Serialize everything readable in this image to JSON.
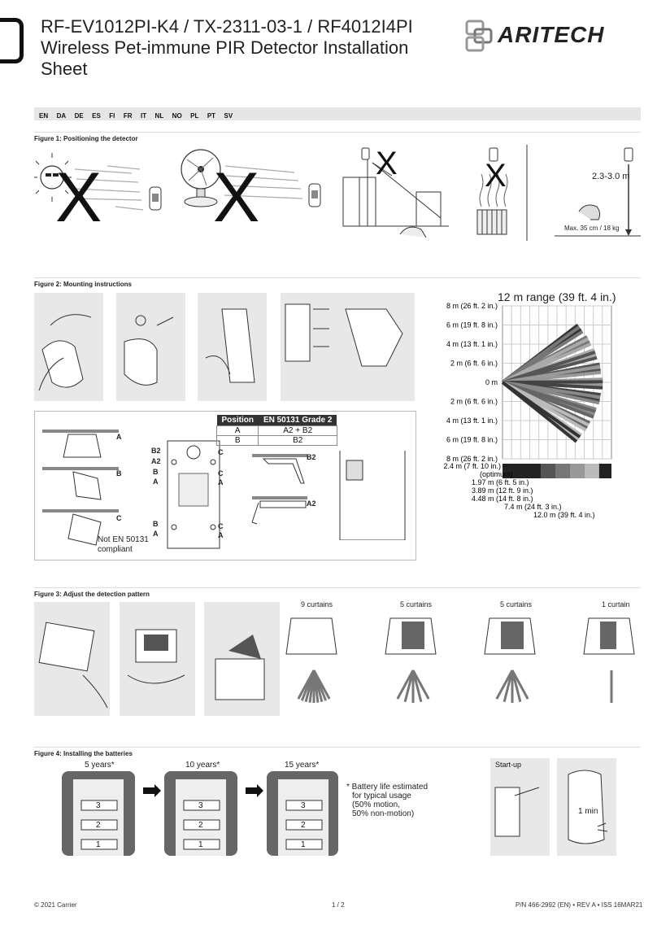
{
  "header": {
    "title_lines": [
      "RF-EV1012PI-K4 / TX-2311-03-1 / RF4012I4PI",
      "Wireless Pet-immune PIR Detector Installation",
      "Sheet"
    ],
    "brand": "ARITECH"
  },
  "languages": [
    "EN",
    "DA",
    "DE",
    "ES",
    "FI",
    "FR",
    "IT",
    "NL",
    "NO",
    "PL",
    "PT",
    "SV"
  ],
  "fig1": {
    "title": "Figure 1: Positioning the detector",
    "x_mark": "X",
    "height_label": "2.3-3.0 m",
    "max_label": "Max. 35 cm / 18 kg"
  },
  "fig2": {
    "title": "Figure 2: Mounting instructions",
    "range_title": "12 m range (39 ft. 4 in.)",
    "y_labels": [
      "8 m (26 ft. 2 in.)",
      "6 m (19 ft. 8 in.)",
      "4 m (13 ft. 1 in.)",
      "2 m (6 ft. 6 in.)",
      "0 m",
      "2 m (6 ft. 6 in.)",
      "4 m (13 ft. 1 in.)",
      "6 m (19 ft. 8 in.)",
      "8 m (26 ft. 2 in.)"
    ],
    "side_labels": [
      "2.4 m (7 ft. 10 in.)",
      "(optimum)",
      "1.97 m (6 ft. 5 in.)",
      "3.89 m (12 ft. 9 in.)",
      "4.48 m (14 ft. 8 in.)",
      "7.4 m (24 ft. 3 in.)",
      "12.0 m (39 ft. 4 in.)"
    ],
    "table": {
      "headers": [
        "Position",
        "EN 50131 Grade 2"
      ],
      "rows": [
        [
          "A",
          "A2 + B2"
        ],
        [
          "B",
          "B2"
        ]
      ]
    },
    "pos_labels": [
      "A",
      "B",
      "C"
    ],
    "board_labels": {
      "b2": "B2",
      "a2": "A2",
      "b": "B",
      "a": "A",
      "c": "C"
    },
    "not_compliant": [
      "Not EN 50131",
      "compliant"
    ]
  },
  "fig3": {
    "title": "Figure 3: Adjust the detection pattern",
    "curtains": [
      "9 curtains",
      "5 curtains",
      "5 curtains",
      "1 curtain"
    ]
  },
  "fig4": {
    "title": "Figure 4: Installing the batteries",
    "years": [
      "5 years*",
      "10 years*",
      "15 years*"
    ],
    "note": [
      "* Battery life estimated",
      "for typical usage",
      "(50% motion,",
      "50% non-motion)"
    ],
    "startup": "Start-up",
    "one_min": "1 min",
    "bat_labels": [
      "1",
      "2",
      "3"
    ]
  },
  "footer": {
    "left": "© 2021 Carrier",
    "center": "1 / 2",
    "right": "P/N 466-2992 (EN) • REV A • ISS 16MAR21"
  },
  "chart_data": {
    "type": "line",
    "title": "12 m range (39 ft. 4 in.)",
    "xlim": [
      0,
      12
    ],
    "ylim": [
      -8,
      8
    ],
    "curtains": 9,
    "y_ticks": [
      "8 m (26 ft. 2 in.)",
      "6 m (19 ft. 8 in.)",
      "4 m (13 ft. 1 in.)",
      "2 m (6 ft. 6 in.)",
      "0 m",
      "2 m (6 ft. 6 in.)",
      "4 m (13 ft. 1 in.)",
      "6 m (19 ft. 8 in.)",
      "8 m (26 ft. 2 in.)"
    ]
  }
}
